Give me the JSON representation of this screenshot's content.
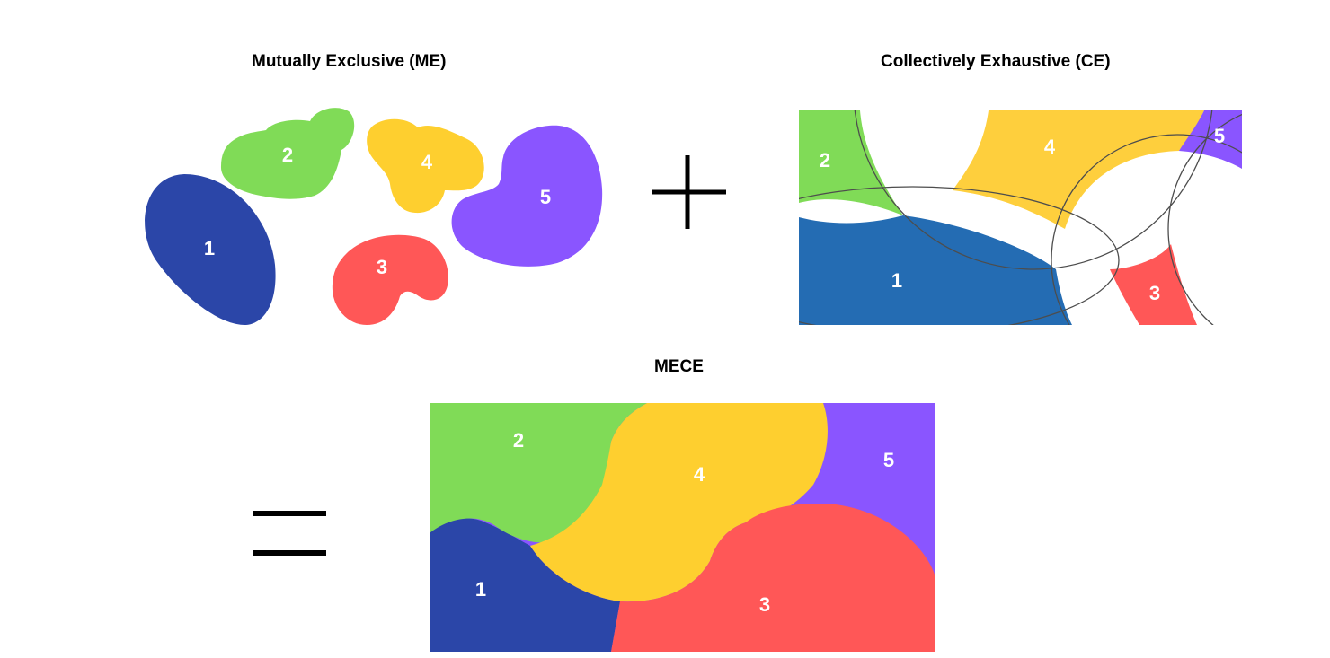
{
  "titles": {
    "me": "Mutually Exclusive (ME)",
    "ce": "Collectively Exhaustive (CE)",
    "mece": "MECE"
  },
  "operators": {
    "plus": "plus-sign",
    "equals": "equals-sign"
  },
  "regions": {
    "me": [
      {
        "label": "1",
        "color": "#2b46a8"
      },
      {
        "label": "2",
        "color": "#80db57"
      },
      {
        "label": "3",
        "color": "#ff5757"
      },
      {
        "label": "4",
        "color": "#fecf2f"
      },
      {
        "label": "5",
        "color": "#8a55ff"
      }
    ],
    "ce": [
      {
        "label": "1",
        "color": "#246cb3"
      },
      {
        "label": "2",
        "color": "#80db57"
      },
      {
        "label": "3",
        "color": "#ff5757"
      },
      {
        "label": "4",
        "color": "#fecf3d"
      },
      {
        "label": "5",
        "color": "#8a55ff"
      }
    ],
    "mece": [
      {
        "label": "1",
        "color": "#2b46a8"
      },
      {
        "label": "2",
        "color": "#80db57"
      },
      {
        "label": "3",
        "color": "#ff5757"
      },
      {
        "label": "4",
        "color": "#fecf2f"
      },
      {
        "label": "5",
        "color": "#8a55ff"
      }
    ]
  }
}
